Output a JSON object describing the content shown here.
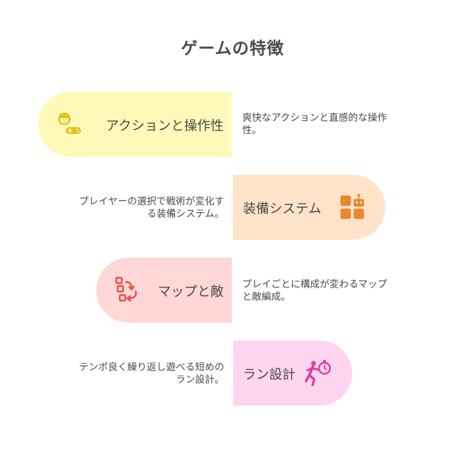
{
  "title": "ゲームの特徴",
  "features": [
    {
      "label": "アクションと操作性",
      "description": "爽快なアクションと直感的な操作性。",
      "icon": "gamer-controller-icon",
      "color": "#fef9b8",
      "icon_color": "#e0c21a"
    },
    {
      "label": "装備システム",
      "description": "プレイヤーの選択で戦術が変化する装備システム。",
      "icon": "robot-blocks-icon",
      "color": "#fee3c9",
      "icon_color": "#e8892e"
    },
    {
      "label": "マップと敵",
      "description": "プレイごとに構成が変わるマップと敵編成。",
      "icon": "map-layout-icon",
      "color": "#fed7d6",
      "icon_color": "#e3504b"
    },
    {
      "label": "ラン設計",
      "description": "テンポ良く繰り返し遊べる短めのラン設計。",
      "icon": "runner-stopwatch-icon",
      "color": "#fdd5ee",
      "icon_color": "#d63fa8"
    }
  ]
}
